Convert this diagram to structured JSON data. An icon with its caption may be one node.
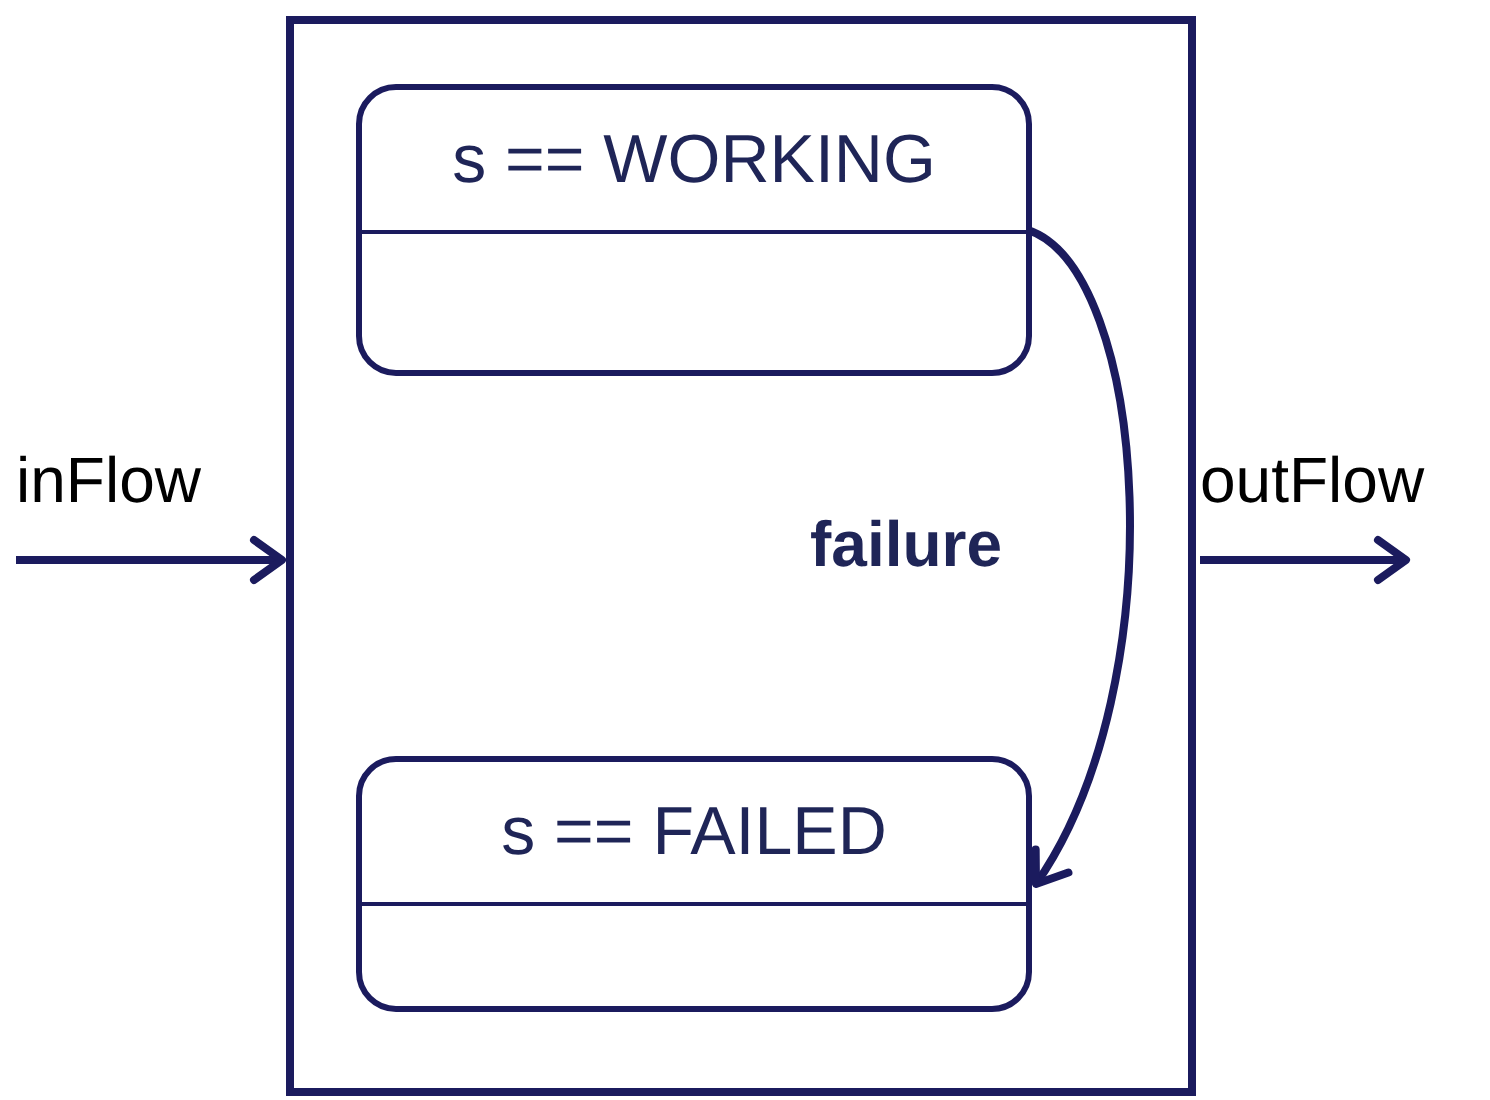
{
  "diagram": {
    "nodes": [
      {
        "text": [],
        "shape": "box"
      },
      {
        "text": [
          "s == WORKING"
        ],
        "in": 0
      },
      {
        "text": [
          "s == FAILED"
        ],
        "in": 0
      }
    ],
    "edges": [
      {
        "from": null,
        "to": 0,
        "arrow": "to",
        "label": "inFlow"
      },
      {
        "from": 0,
        "to": null,
        "arrow": "to",
        "label": "outFlow"
      },
      {
        "from": 1,
        "to": 2,
        "arrow": "to",
        "label": "failure"
      }
    ]
  }
}
